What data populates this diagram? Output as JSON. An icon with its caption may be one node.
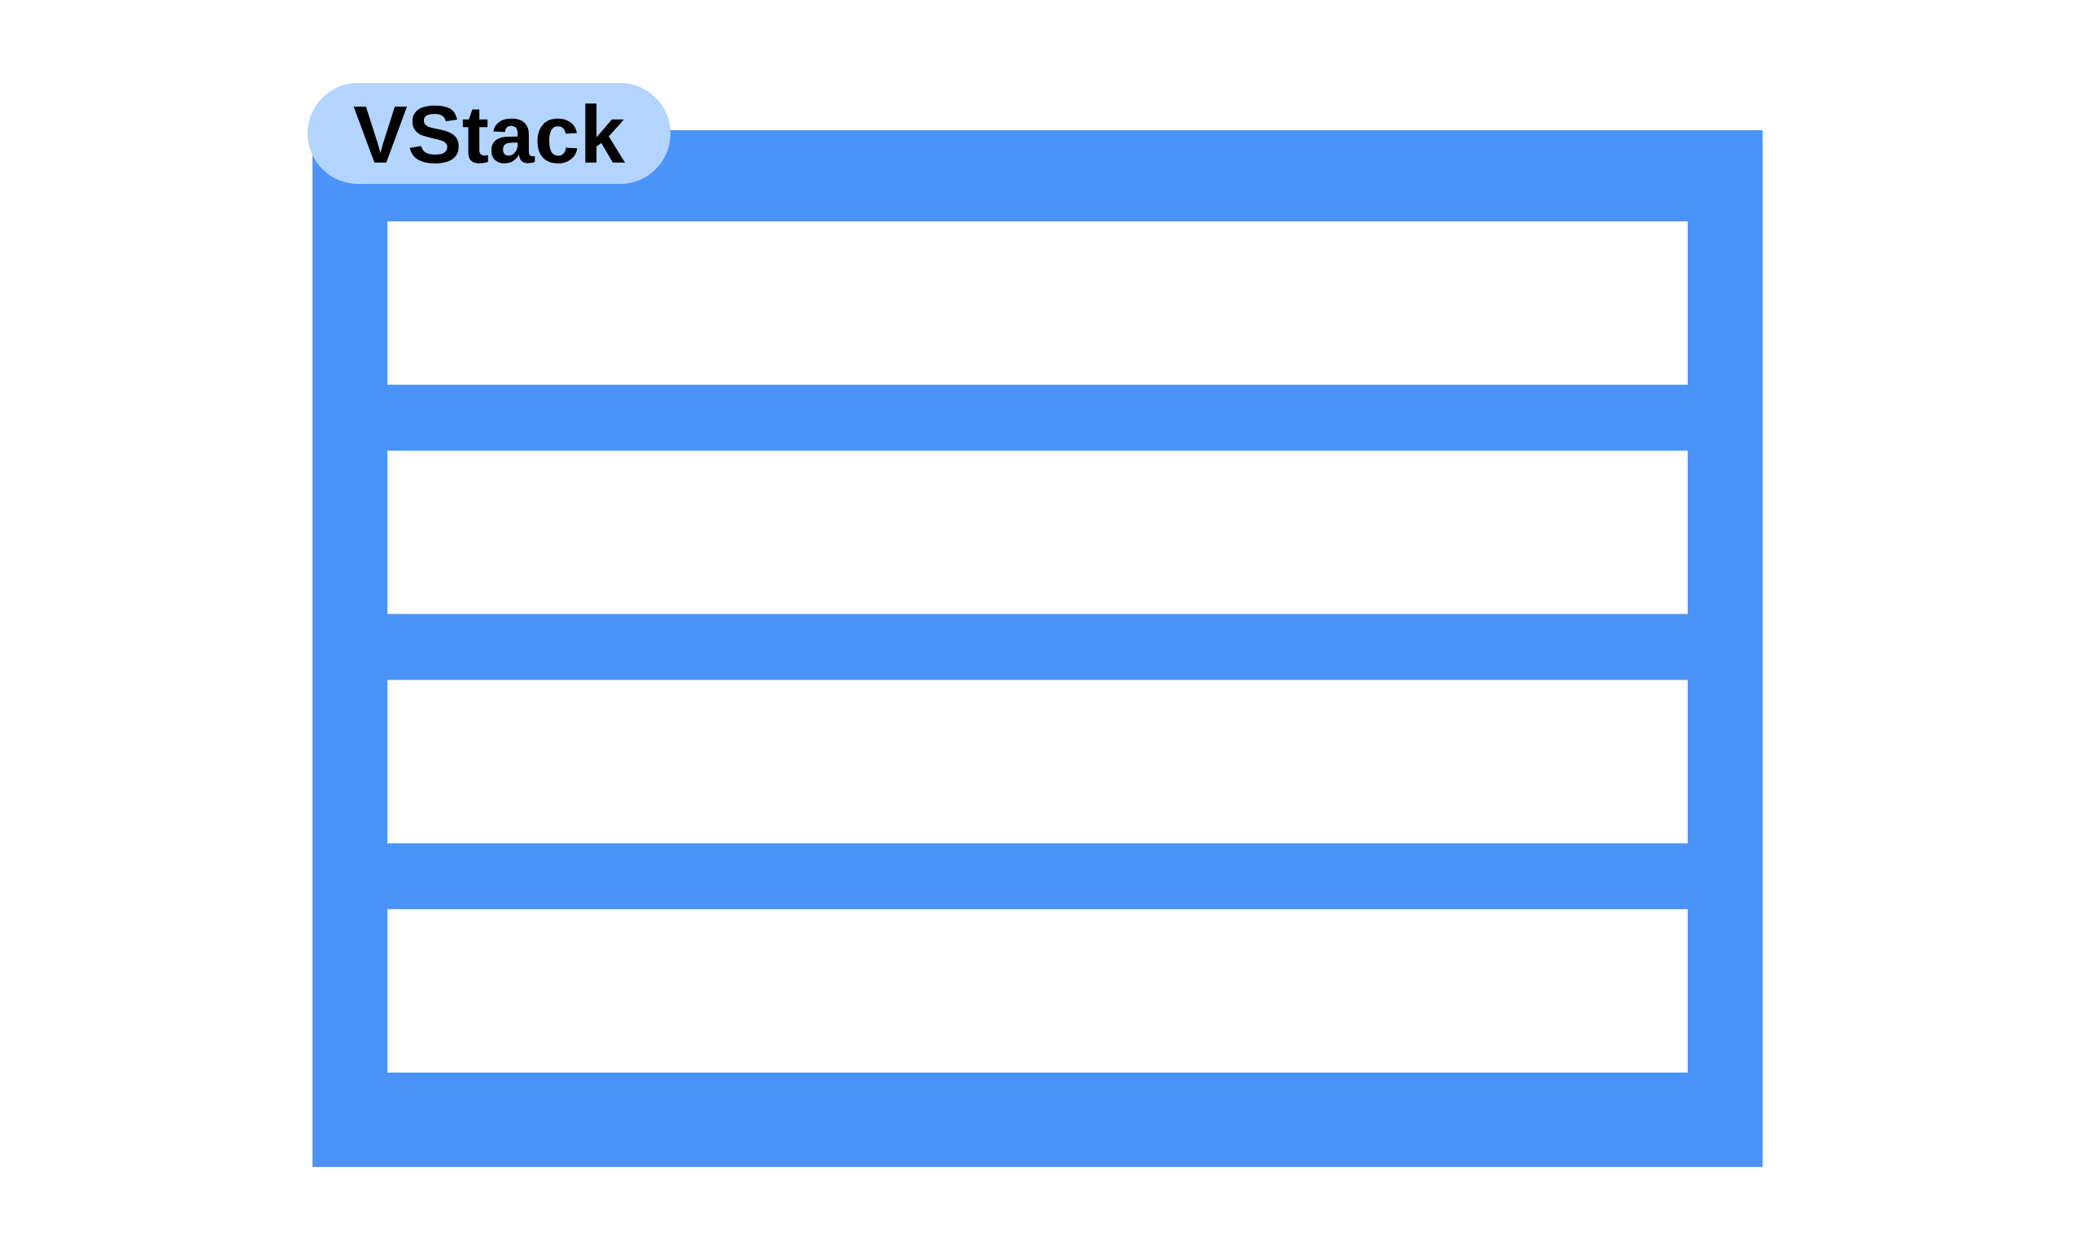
{
  "diagram": {
    "nodes": [
      {
        "text": [
          "VStack"
        ]
      },
      {
        "text": [],
        "shape": "box",
        "in": 0
      },
      {
        "text": [],
        "shape": "box",
        "in": 0
      },
      {
        "text": [],
        "shape": "box",
        "in": 0
      },
      {
        "text": [],
        "shape": "box",
        "in": 0
      }
    ]
  }
}
